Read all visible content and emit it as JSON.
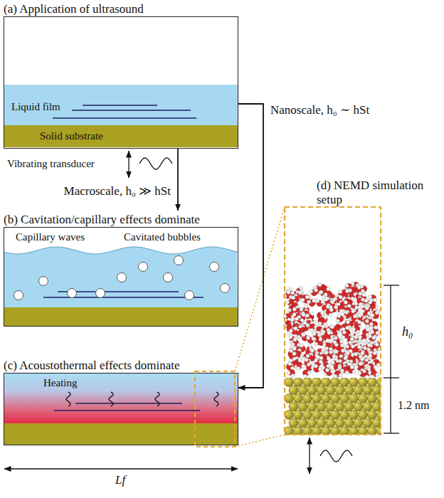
{
  "diagram": {
    "nodes": [
      {
        "text": [
          "(a) Application of ultrasound"
        ]
      },
      {
        "text": [
          "Liquid film"
        ],
        "in": 0
      },
      {
        "text": [
          "Solid substrate"
        ],
        "in": 0
      },
      {
        "text": [
          "(b) Cavitation/capillary effects dominate"
        ]
      },
      {
        "text": [
          "(c) Acoustothermal effects dominate"
        ]
      },
      {
        "text": [
          "(d) NEMD simulation setup"
        ]
      }
    ],
    "edges": [
      {
        "from": 0,
        "to": 3,
        "arrow": "to",
        "label": "Macroscale, h₀ ≫ hSt"
      },
      {
        "from": 0,
        "to": 4,
        "arrow": "to",
        "label": "Nanoscale, h₀ ∼ hSt"
      }
    ],
    "labels": [
      "Vibrating transducer",
      "Capillary waves",
      "Cavitated bubbles",
      "Heating",
      "Lf",
      "h₀",
      "1.2 nm"
    ]
  }
}
